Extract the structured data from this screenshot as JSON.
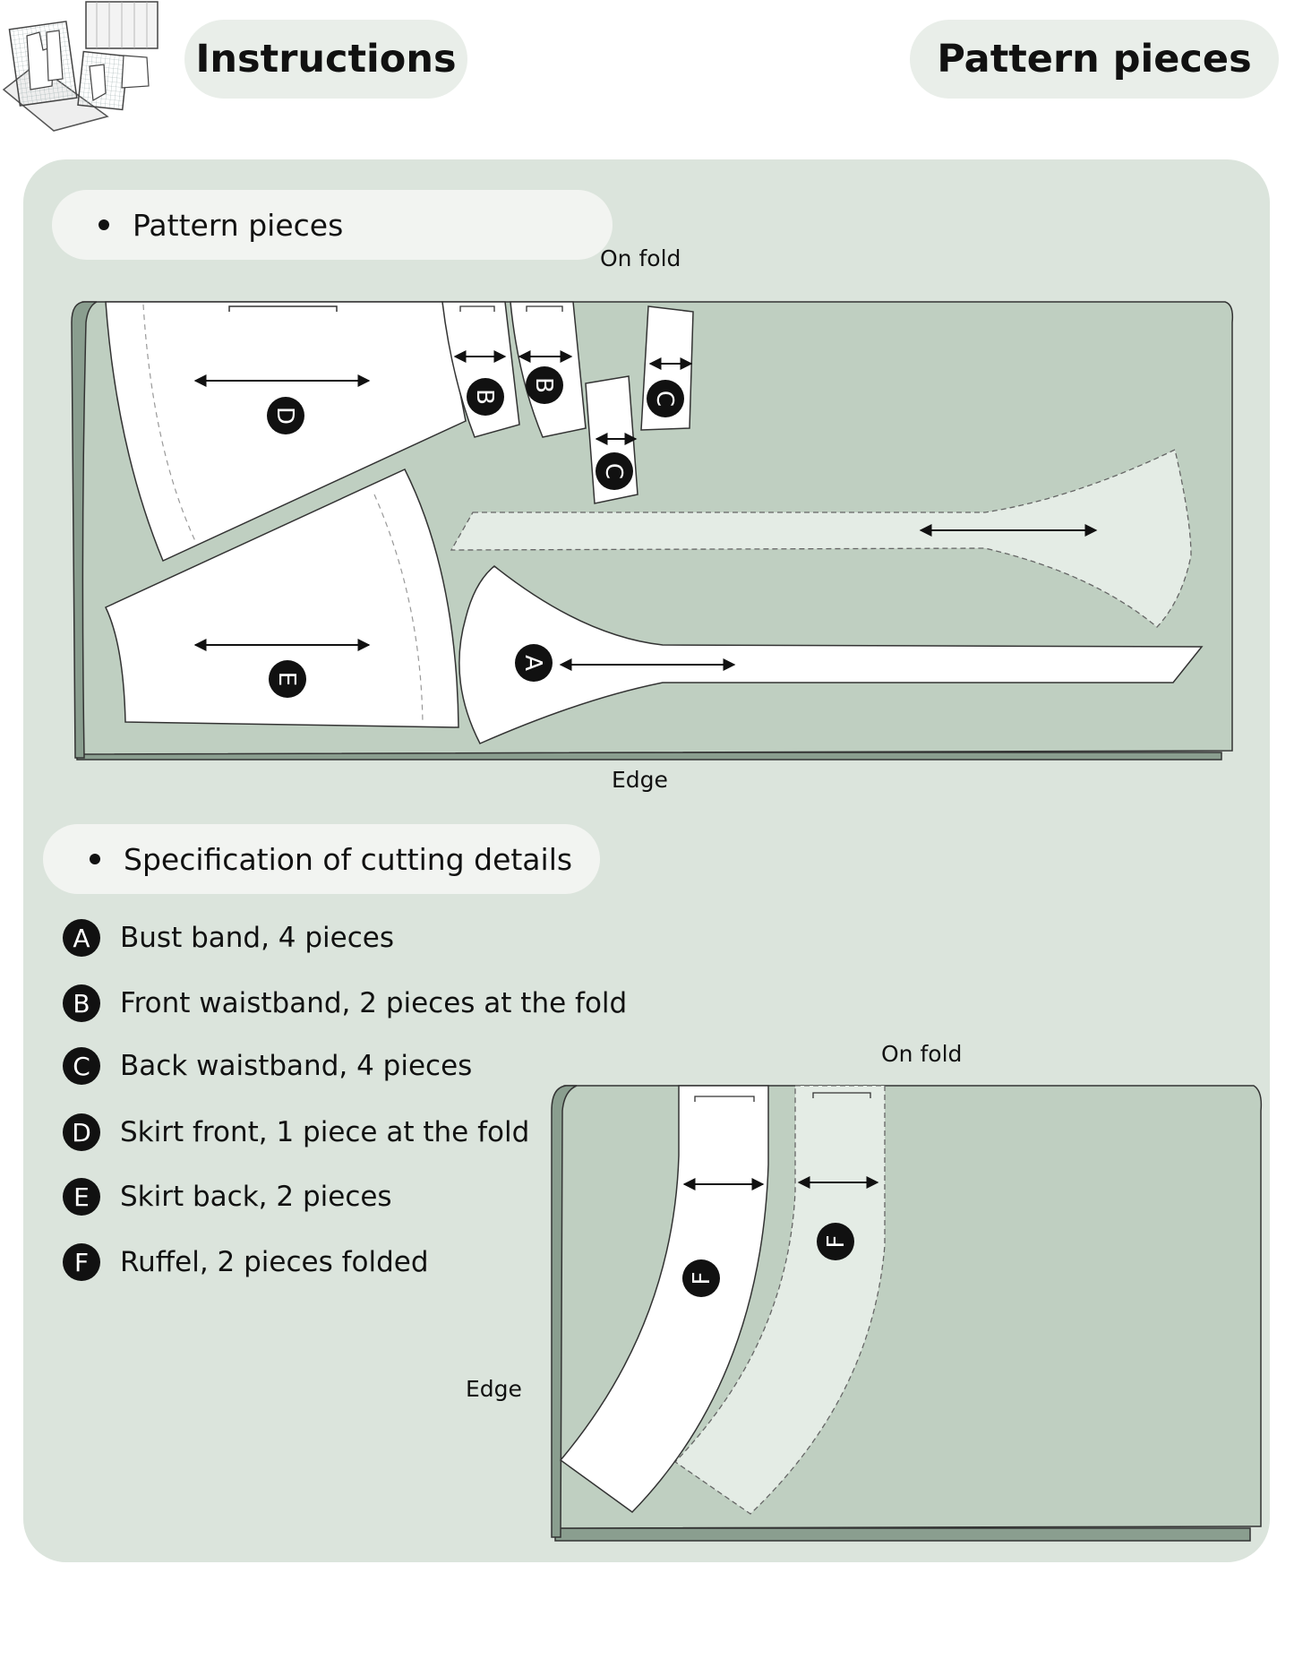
{
  "header": {
    "instructions_label": "Instructions",
    "pattern_pieces_label": "Pattern pieces"
  },
  "sections": {
    "pattern_pieces": "Pattern pieces",
    "cutting_details": "Specification of cutting details"
  },
  "layout1": {
    "fold_label": "On fold",
    "edge_label": "Edge"
  },
  "layout2": {
    "fold_label": "On fold",
    "edge_label": "Edge"
  },
  "pieces": [
    {
      "letter": "A",
      "description": "Bust band, 4 pieces"
    },
    {
      "letter": "B",
      "description": "Front waistband, 2 pieces at the fold"
    },
    {
      "letter": "C",
      "description": "Back waistband, 4 pieces"
    },
    {
      "letter": "D",
      "description": "Skirt front, 1 piece at the fold"
    },
    {
      "letter": "E",
      "description": "Skirt back, 2 pieces"
    },
    {
      "letter": "F",
      "description": "Ruffel, 2 pieces folded"
    }
  ],
  "colors": {
    "fabric": "#bfcfc1",
    "fabric_shadow": "#8a9e8f",
    "panel": "#dbe4dc",
    "piece": "#ffffff",
    "piece_mirrored": "#e4ece5"
  }
}
